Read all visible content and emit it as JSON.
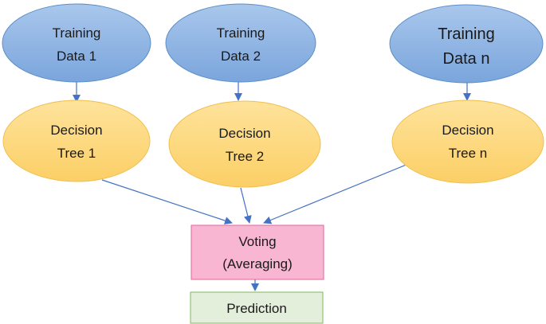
{
  "training_nodes": [
    {
      "line1": "Training",
      "line2": "Data 1"
    },
    {
      "line1": "Training",
      "line2": "Data 2"
    },
    {
      "line1": "Training",
      "line2": "Data n"
    }
  ],
  "tree_nodes": [
    {
      "line1": "Decision",
      "line2": "Tree 1"
    },
    {
      "line1": "Decision",
      "line2": "Tree 2"
    },
    {
      "line1": "Decision",
      "line2": "Tree n"
    }
  ],
  "voting": {
    "line1": "Voting",
    "line2": "(Averaging)"
  },
  "prediction": {
    "label": "Prediction"
  },
  "colors": {
    "training_fill": "#86aee0",
    "training_stroke": "#5b8ec9",
    "tree_fill": "#fdd77a",
    "tree_stroke": "#f0c050",
    "voting_fill": "#f8b6d2",
    "voting_stroke": "#e0669a",
    "prediction_fill": "#e3efda",
    "prediction_stroke": "#7fba5c",
    "arrow": "#4472c4"
  }
}
